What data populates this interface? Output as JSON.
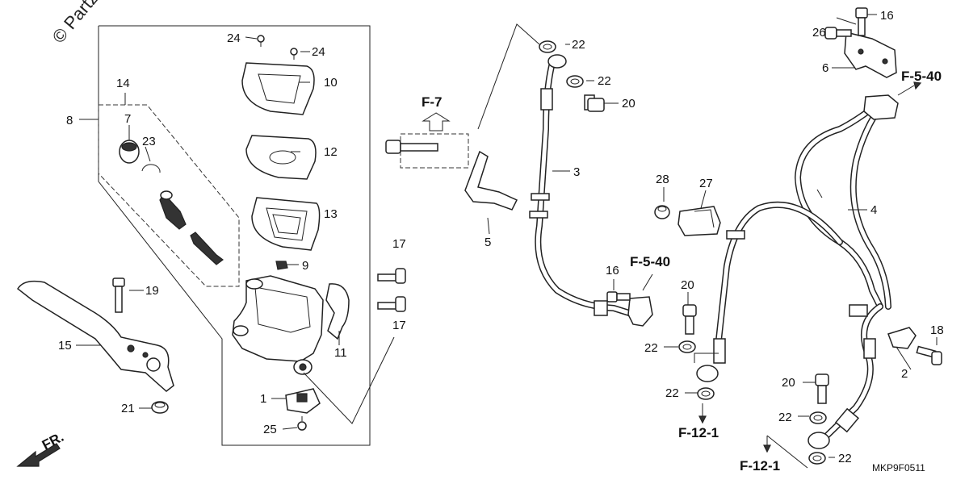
{
  "watermark": "© Partzilla",
  "diagram_code": "MKP9F0511",
  "front_label": "FR.",
  "refs": {
    "f7": "F-7",
    "f540_top": "F-5-40",
    "f540_mid": "F-5-40",
    "f121_left": "F-12-1",
    "f121_right": "F-12-1"
  },
  "callouts": {
    "c1": "1",
    "c2": "2",
    "c3": "3",
    "c4": "4",
    "c5": "5",
    "c6": "6",
    "c7": "7",
    "c8": "8",
    "c9": "9",
    "c10": "10",
    "c11": "11",
    "c12": "12",
    "c13": "13",
    "c14": "14",
    "c15": "15",
    "c16a": "16",
    "c16b": "16",
    "c17a": "17",
    "c17b": "17",
    "c18": "18",
    "c19": "19",
    "c20a": "20",
    "c20b": "20",
    "c20c": "20",
    "c21": "21",
    "c22a": "22",
    "c22b": "22",
    "c22c": "22",
    "c22d": "22",
    "c22e": "22",
    "c22f": "22",
    "c23": "23",
    "c24a": "24",
    "c24b": "24",
    "c25": "25",
    "c26": "26",
    "c27": "27",
    "c28": "28"
  }
}
